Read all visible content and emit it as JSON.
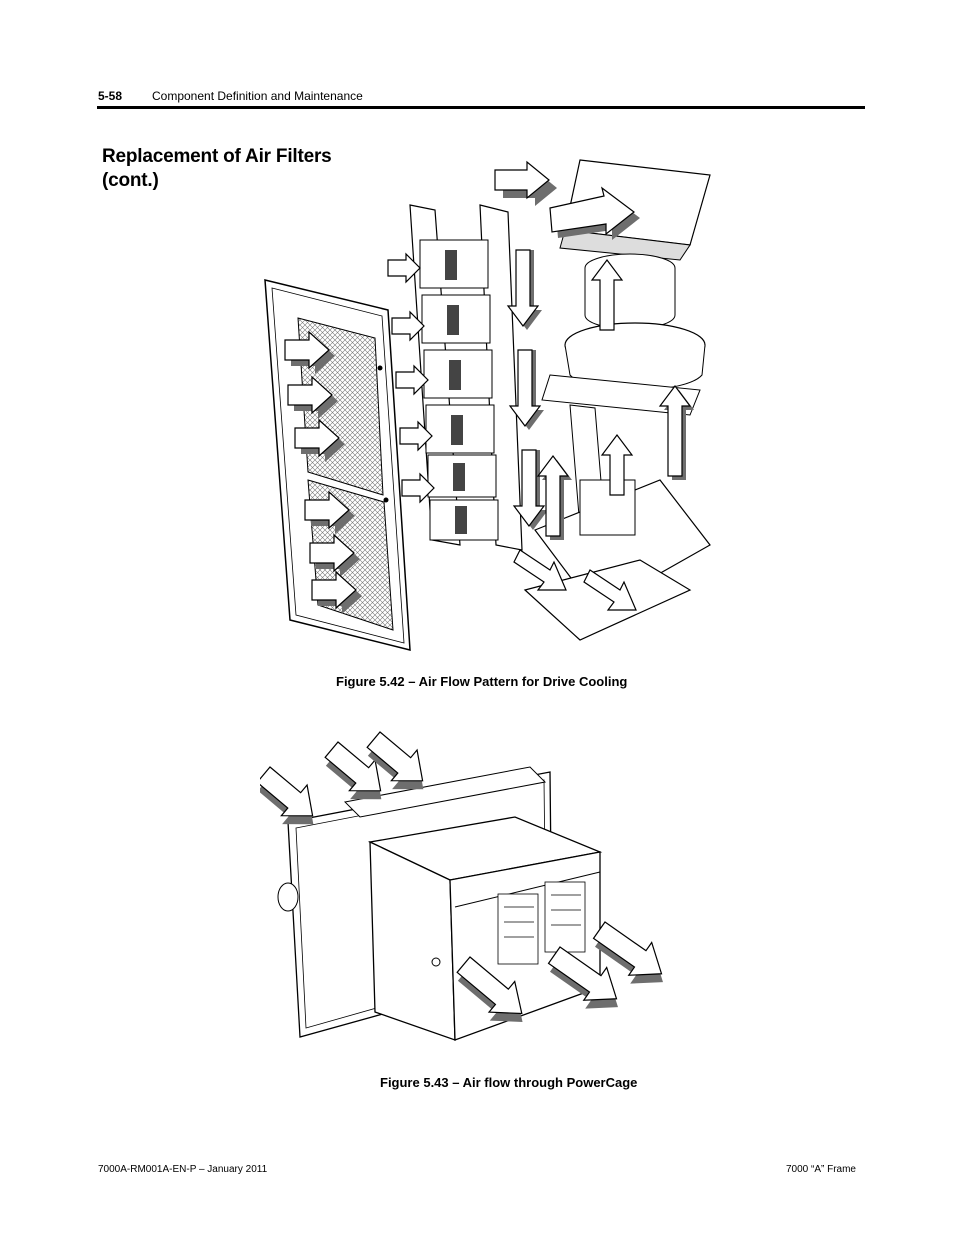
{
  "header": {
    "page_number": "5-58",
    "chapter_title": "Component Definition and Maintenance"
  },
  "section": {
    "title": "Replacement of Air Filters (cont.)"
  },
  "figures": [
    {
      "caption": "Figure 5.42 – Air Flow Pattern for Drive Cooling"
    },
    {
      "caption": "Figure 5.43 – Air flow through PowerCage"
    }
  ],
  "footer": {
    "left": "7000A-RM001A-EN-P –  January 2011",
    "right": "7000 “A” Frame"
  },
  "colors": {
    "text": "#000000",
    "arrow_shadow": "#6e6e6e"
  }
}
